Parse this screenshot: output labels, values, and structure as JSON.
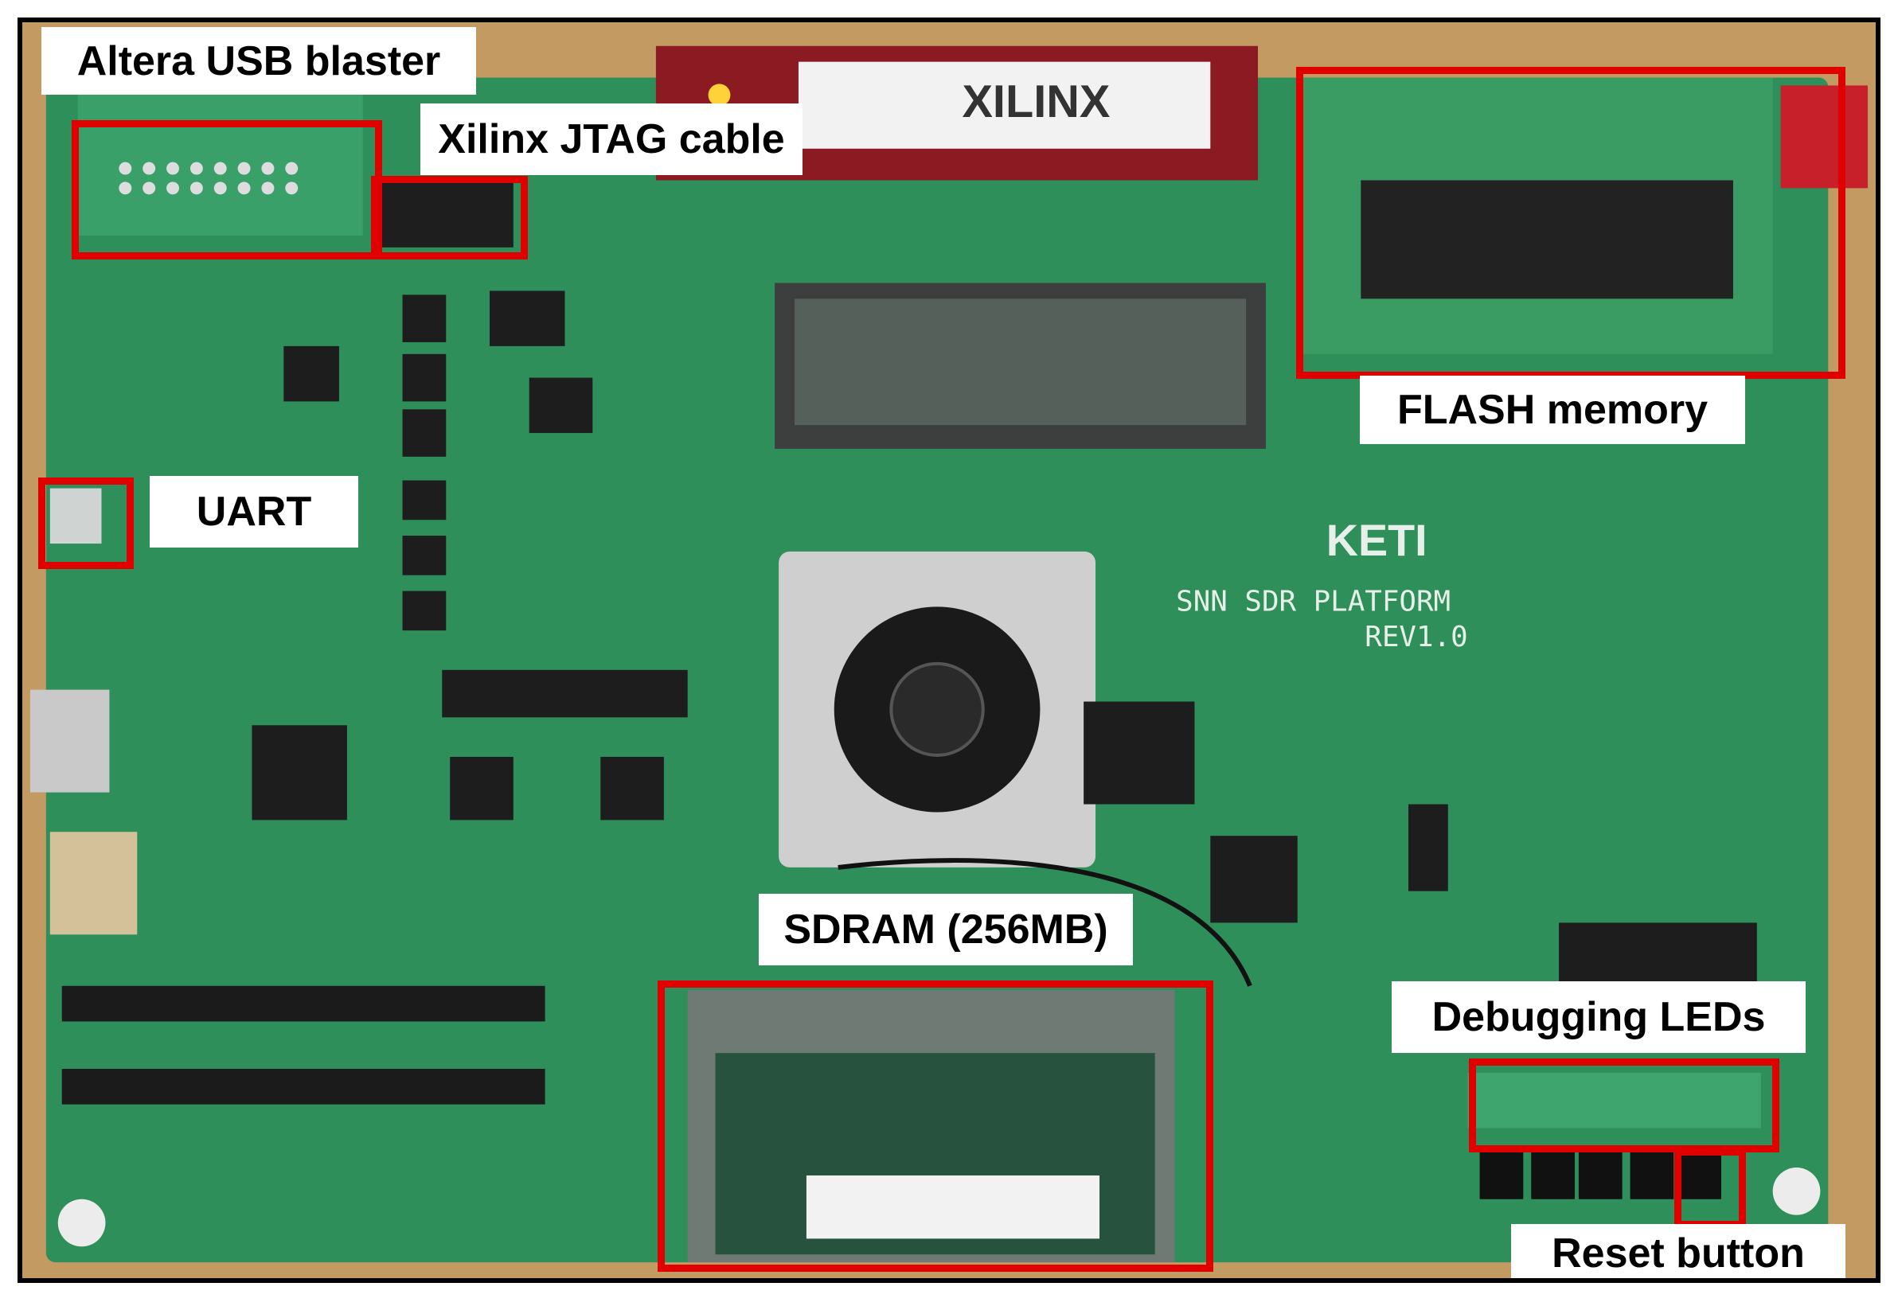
{
  "colors": {
    "pcb": "#2f8f5b",
    "highlight": "#e10000",
    "label_bg": "#ffffff",
    "frame": "#000000"
  },
  "labels": {
    "altera": "Altera USB blaster",
    "xilinx": "Xilinx JTAG cable",
    "flash": "FLASH memory",
    "uart": "UART",
    "sdram": "SDRAM (256MB)",
    "leds": "Debugging LEDs",
    "reset": "Reset button"
  },
  "board_text": {
    "logo": "KETI",
    "platform": "SNN SDR PLATFORM",
    "revision": "REV1.0",
    "vendor": "XILINX"
  }
}
